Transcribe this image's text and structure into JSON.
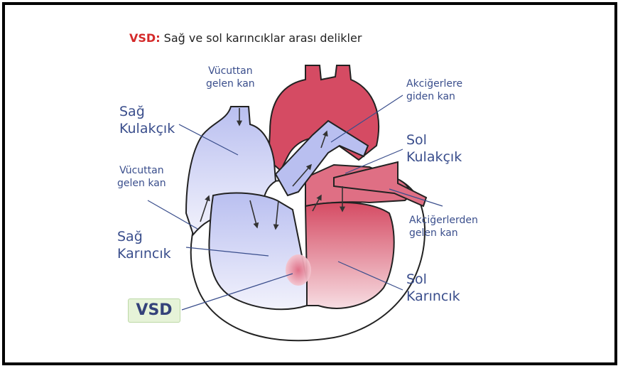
{
  "title": {
    "code": "VSD:",
    "text": " Sağ ve sol karıncıklar arası delikler"
  },
  "labels": {
    "vucuttan_top": [
      "Vücuttan",
      "gelen kan"
    ],
    "sag_kulakcik": [
      "Sağ",
      "Kulakçık"
    ],
    "vucuttan_left": [
      "Vücuttan",
      "gelen kan"
    ],
    "sag_karincik": [
      "Sağ",
      "Karıncık"
    ],
    "vsd": "VSD",
    "akcigerlere": [
      "Akciğerlere",
      "giden kan"
    ],
    "sol_kulakcik": [
      "Sol",
      "Kulakçık"
    ],
    "akcigerlerden": [
      "Akciğerlerden",
      "gelen kan"
    ],
    "sol_karincik": [
      "Sol",
      "Karıncık"
    ]
  },
  "colors": {
    "label_blue": "#3a4e8c",
    "title_red": "#d42a2a",
    "right_heart": "#c9cdf3",
    "left_heart": "#d8566c",
    "vsd_highlight": "#e6f3d8"
  }
}
